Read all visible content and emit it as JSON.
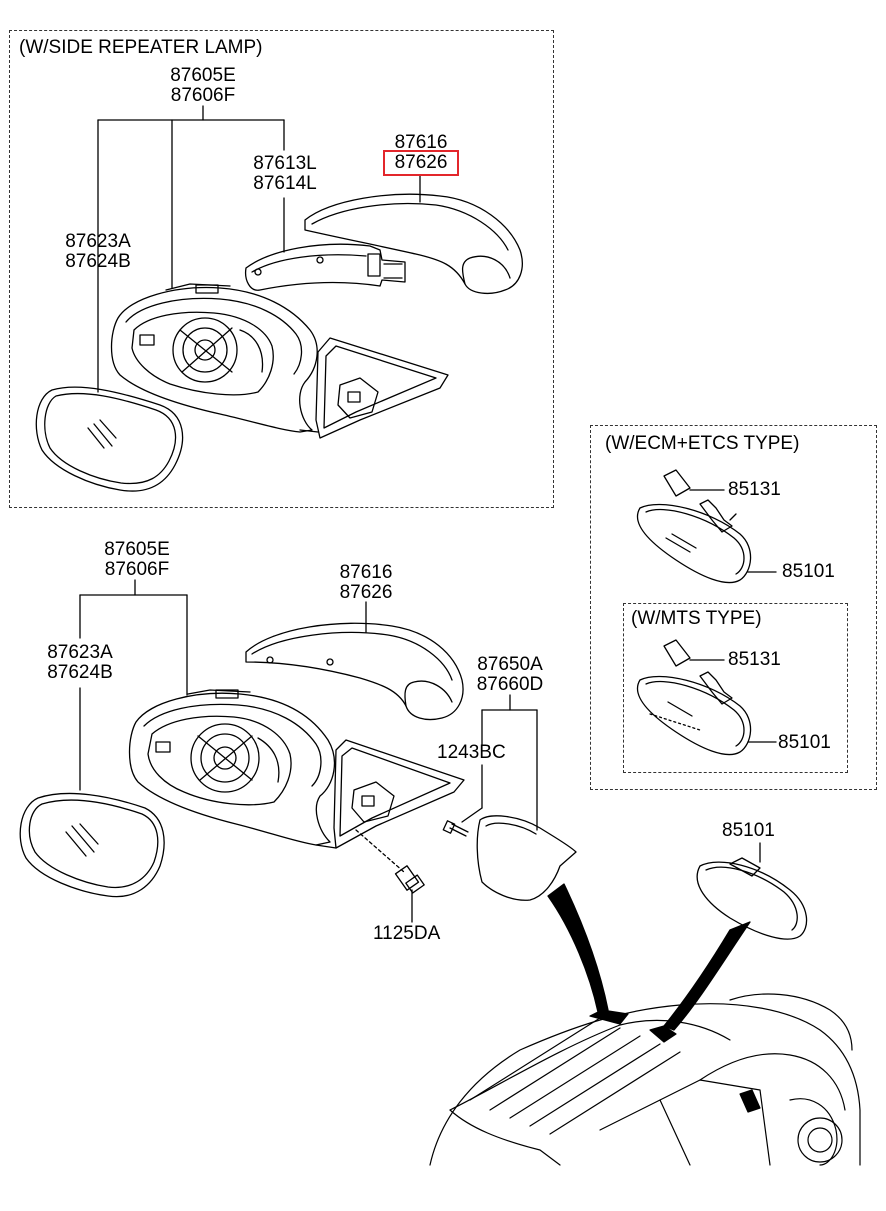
{
  "groups": {
    "side_repeater": "(W/SIDE REPEATER LAMP)",
    "ecm_etcs": "(W/ECM+ETCS TYPE)",
    "mts": "(W/MTS TYPE)"
  },
  "top": {
    "mirror_assy": [
      "87605E",
      "87606F"
    ],
    "repeater": [
      "87613L",
      "87614L"
    ],
    "cover": [
      "87616",
      "87626"
    ],
    "glass": [
      "87623A",
      "87624B"
    ]
  },
  "bottom": {
    "mirror_assy": [
      "87605E",
      "87606F"
    ],
    "cover": [
      "87616",
      "87626"
    ],
    "glass": [
      "87623A",
      "87624B"
    ],
    "garnish": [
      "87650A",
      "87660D"
    ],
    "screw_a": "1243BC",
    "bolt": "1125DA",
    "room_mirror": "85101"
  },
  "ecm_parts": {
    "cover": "85131",
    "mirror": "85101"
  },
  "mts_parts": {
    "cover": "85131",
    "mirror": "85101"
  },
  "highlight": {
    "part": "87626",
    "color": "#e3262b"
  }
}
